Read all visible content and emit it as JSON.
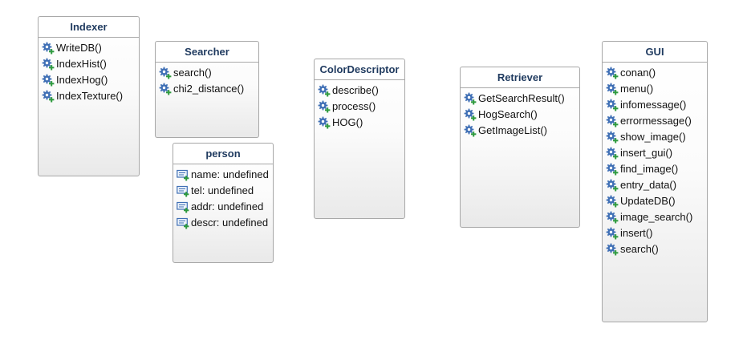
{
  "classes": {
    "indexer": {
      "name": "Indexer",
      "methods": [
        "WriteDB()",
        "IndexHist()",
        "IndexHog()",
        "IndexTexture()"
      ]
    },
    "searcher": {
      "name": "Searcher",
      "methods": [
        "search()",
        "chi2_distance()"
      ]
    },
    "person": {
      "name": "person",
      "attributes": [
        "name: undefined",
        "tel: undefined",
        "addr: undefined",
        "descr: undefined"
      ]
    },
    "color": {
      "name": "ColorDescriptor",
      "methods": [
        "describe()",
        "process()",
        "HOG()"
      ]
    },
    "retriever": {
      "name": "Retriever",
      "methods": [
        "GetSearchResult()",
        "HogSearch()",
        "GetImageList()"
      ]
    },
    "gui": {
      "name": "GUI",
      "methods": [
        "conan()",
        "menu()",
        "infomessage()",
        "errormessage()",
        "show_image()",
        "insert_gui()",
        "find_image()",
        "entry_data()",
        "UpdateDB()",
        "image_search()",
        "insert()",
        "search()"
      ]
    }
  },
  "icons": {
    "method": "method-gear-icon",
    "attribute": "attribute-field-icon"
  },
  "colors": {
    "title": "#1f3a5f",
    "border": "#a8a8a8",
    "icon_blue": "#3f6fb5",
    "icon_green": "#2e9a3e"
  }
}
